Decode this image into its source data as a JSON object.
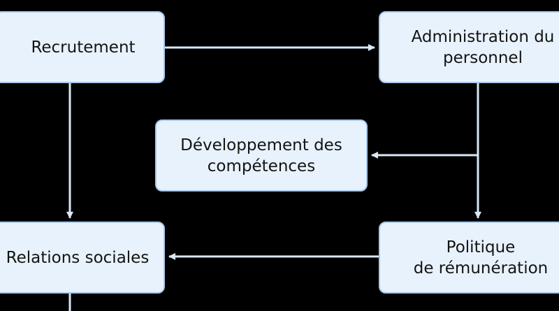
{
  "diagram": {
    "nodes": {
      "recrutement": "Recrutement",
      "administration": "Administration du\npersonnel",
      "developpement": "Développement des\ncompétences",
      "relations": "Relations sociales",
      "politique": "Politique\nde rémunération"
    },
    "edges": [
      {
        "from": "recrutement",
        "to": "administration"
      },
      {
        "from": "recrutement",
        "to": "relations"
      },
      {
        "from": "administration",
        "to": "developpement"
      },
      {
        "from": "administration",
        "to": "politique"
      },
      {
        "from": "politique",
        "to": "relations"
      }
    ],
    "colors": {
      "background": "#000000",
      "node_fill": "#e8f2fd",
      "node_border": "#a9c9ea",
      "connector": "#d8e8f8",
      "text": "#141414"
    }
  }
}
